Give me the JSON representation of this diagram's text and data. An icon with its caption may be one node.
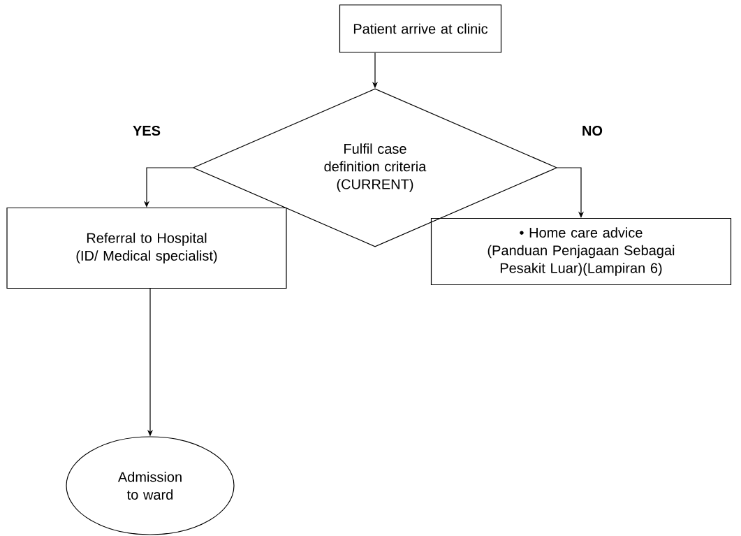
{
  "diagram": {
    "nodes": [
      {
        "text": [
          "Patient arrive at clinic"
        ]
      },
      {
        "text": [
          "Fulfil case definition criteria (CURRENT)"
        ]
      },
      {
        "text": [
          "Referral to Hospital (ID/ Medical specialist)"
        ]
      },
      {
        "text": [
          "• Home care advice",
          "(Panduan Penjagaan Sebagai Pesakit Luar)(Lampiran 6)"
        ]
      },
      {
        "text": [
          "Admission to ward"
        ]
      }
    ],
    "edges": [
      {
        "from": 0,
        "to": 1,
        "arrow": "to"
      },
      {
        "from": 1,
        "to": 2,
        "arrow": "to",
        "label": "YES"
      },
      {
        "from": 1,
        "to": 3,
        "arrow": "to",
        "label": "NO"
      },
      {
        "from": 2,
        "to": 4,
        "arrow": "to"
      }
    ]
  }
}
